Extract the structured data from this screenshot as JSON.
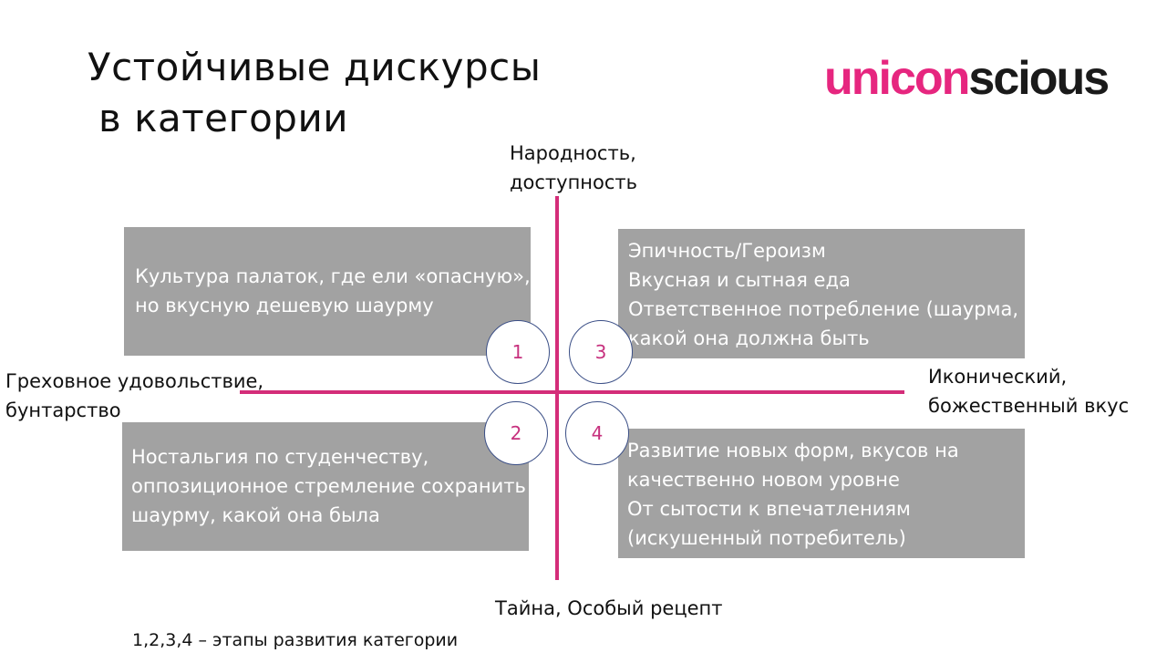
{
  "title": {
    "line1": "Устойчивые дискурсы",
    "line2": "в категории"
  },
  "logo": {
    "part_pink": "unicon",
    "part_dark": "scious",
    "colors": {
      "pink": "#e6267f",
      "dark": "#1a1a1a"
    }
  },
  "axes": {
    "top": [
      "Народность,",
      "доступность"
    ],
    "bottom": "Тайна, Особый рецепт",
    "left": [
      "Греховное удовольствие,",
      "бунтарство"
    ],
    "right": [
      "Иконический,",
      "божественный вкус"
    ],
    "line_color": "#d42d79"
  },
  "quadrants": {
    "q1": {
      "number": "1",
      "lines": [
        "Культура палаток, где ели «опасную»,",
        "но вкусную дешевую шаурму"
      ]
    },
    "q2": {
      "number": "2",
      "lines": [
        "Ностальгия по студенчеству,",
        "оппозиционное стремление сохранить",
        "шаурму, какой она была"
      ]
    },
    "q3": {
      "number": "3",
      "lines": [
        "Эпичность/Героизм",
        "Вкусная и сытная еда",
        "Ответственное потребление (шаурма,",
        "какой она должна быть"
      ]
    },
    "q4": {
      "number": "4",
      "lines": [
        "Развитие новых форм, вкусов на",
        "качественно новом уровне",
        "От сытости к впечатлениям",
        "(искушенный потребитель)"
      ]
    },
    "box_color": "#a2a2a2",
    "number_color": "#c7317e",
    "circle_border": "#3a4e86"
  },
  "footnote": "1,2,3,4 – этапы развития категории"
}
